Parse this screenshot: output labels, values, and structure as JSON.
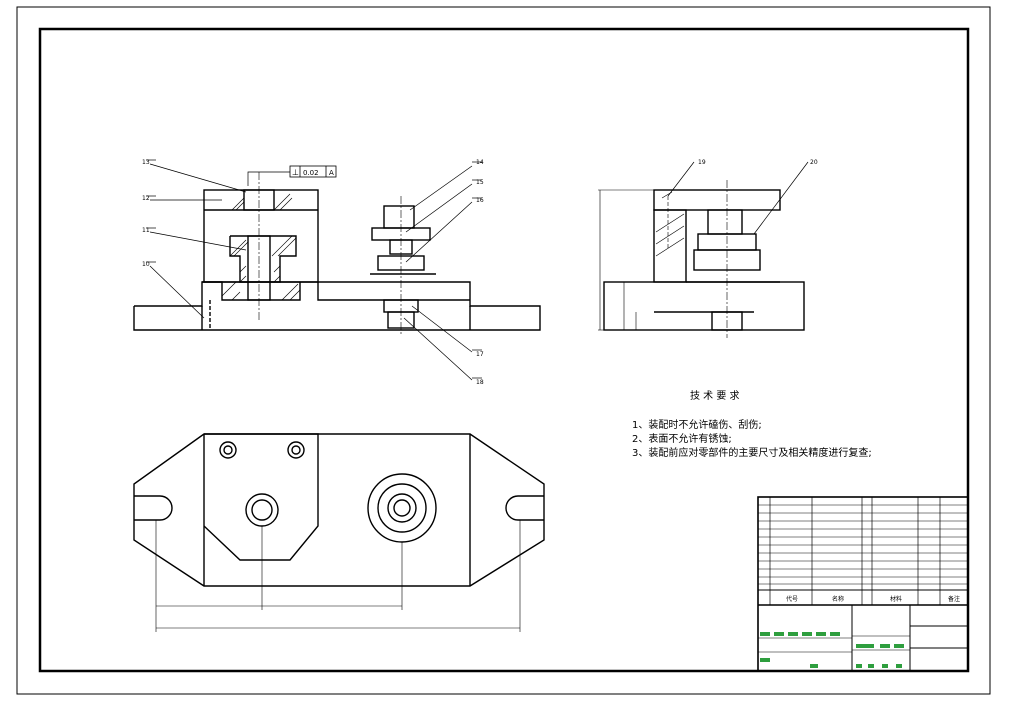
{
  "drawing": {
    "tech_requirements": {
      "title": "技 术 要 求",
      "items": [
        "1、装配时不允许磕伤、刮伤;",
        "2、表面不允许有锈蚀;",
        "3、装配前应对零部件的主要尺寸及相关精度进行复查;"
      ]
    },
    "tolerance_frame": {
      "symbol": "⊥",
      "value": "0.02",
      "datum": "A"
    },
    "balloons": [
      {
        "label": "13"
      },
      {
        "label": "12"
      },
      {
        "label": "11"
      },
      {
        "label": "10"
      },
      {
        "label": "14"
      },
      {
        "label": "15"
      },
      {
        "label": "16"
      },
      {
        "label": "17"
      },
      {
        "label": "18"
      },
      {
        "label": "19"
      },
      {
        "label": "20"
      }
    ],
    "title_block": {
      "headers": {
        "code": "代号",
        "name": "名称",
        "material": "材料",
        "remark": "备注"
      }
    }
  }
}
